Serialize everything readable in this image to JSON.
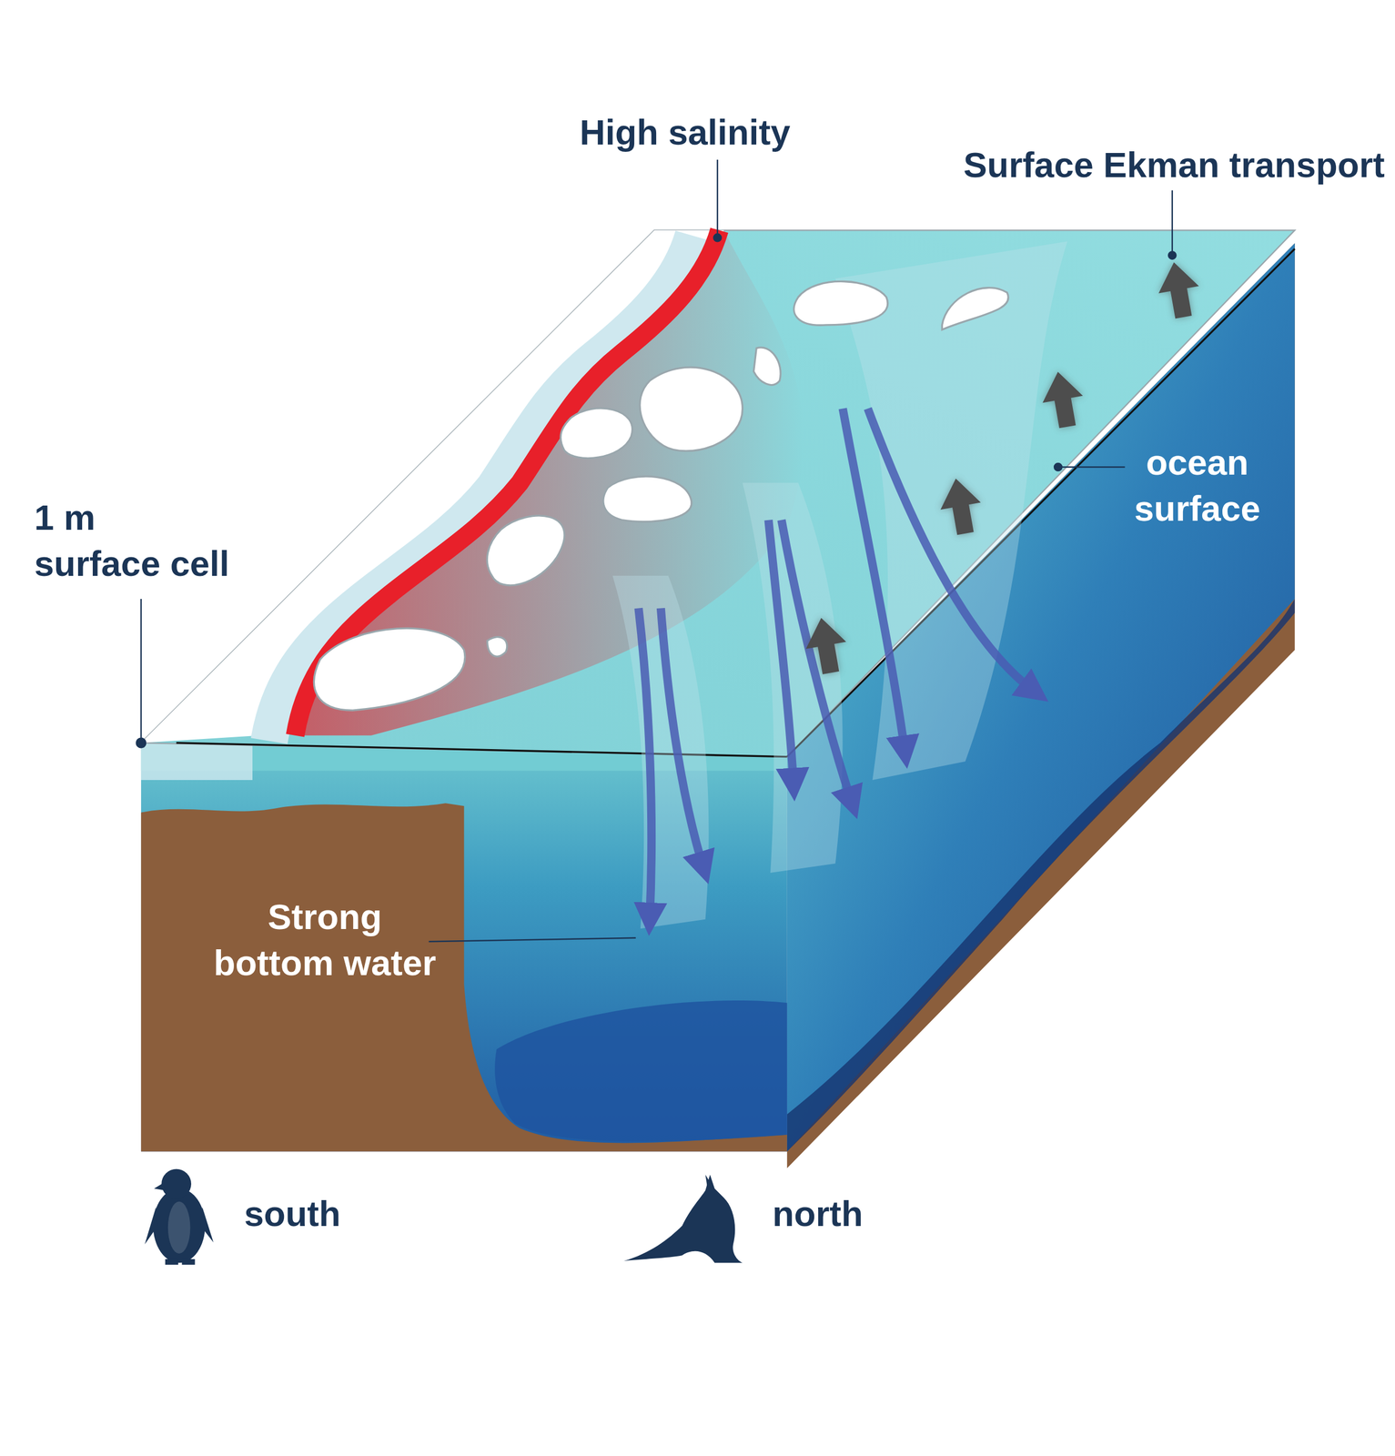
{
  "diagram": {
    "labels": [
      "High salinity",
      "Surface Ekman transport",
      "1 m surface cell",
      "ocean surface",
      "Strong bottom water",
      "south",
      "north"
    ]
  }
}
